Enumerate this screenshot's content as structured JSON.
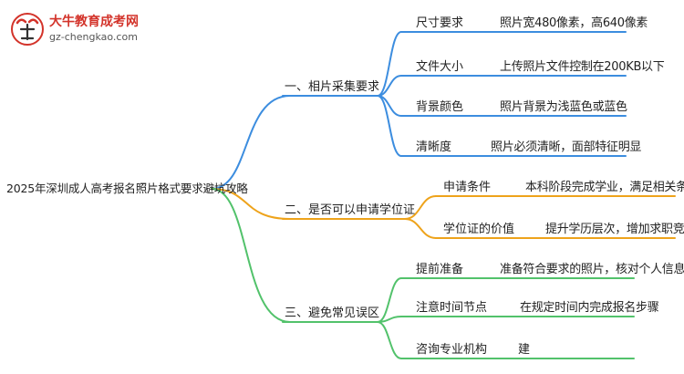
{
  "logo": {
    "name": "大牛教育成考网",
    "url": "gz-chengkao.com"
  },
  "colors": {
    "blue": "#3c8ddf",
    "orange": "#eea31b",
    "green": "#52c26b",
    "logo_red": "#d3332a"
  },
  "mindmap": {
    "root": "2025年深圳成人高考报名照片格式要求避坑攻略",
    "branches": [
      {
        "label": "一、相片采集要求",
        "children": [
          {
            "label": "尺寸要求",
            "value": "照片宽480像素，高640像素"
          },
          {
            "label": "文件大小",
            "value": "上传照片文件控制在200KB以下"
          },
          {
            "label": "背景颜色",
            "value": "照片背景为浅蓝色或蓝色"
          },
          {
            "label": "清晰度",
            "value": "照片必须清晰，面部特征明显"
          }
        ]
      },
      {
        "label": "二、是否可以申请学位证",
        "children": [
          {
            "label": "申请条件",
            "value": "本科阶段完成学业，满足相关条件"
          },
          {
            "label": "学位证的价值",
            "value": "提升学历层次，增加求职竞争力"
          }
        ]
      },
      {
        "label": "三、避免常见误区",
        "children": [
          {
            "label": "提前准备",
            "value": "准备符合要求的照片，核对个人信息"
          },
          {
            "label": "注意时间节点",
            "value": "在规定时间内完成报名步骤"
          },
          {
            "label": "咨询专业机构",
            "value": "建"
          }
        ]
      }
    ]
  }
}
